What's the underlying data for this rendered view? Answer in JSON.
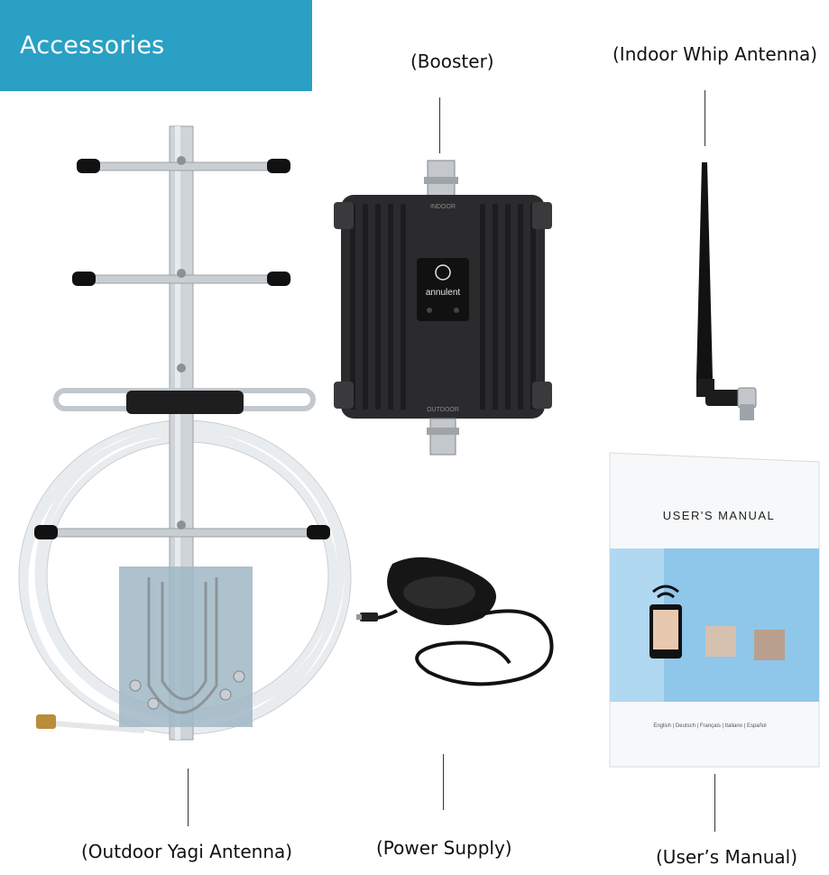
{
  "header": {
    "title": "Accessories  Description"
  },
  "labels": {
    "booster": "(Booster)",
    "indoor_antenna": "(Indoor Whip Antenna)",
    "outdoor_antenna": "(Outdoor Yagi Antenna)",
    "power_supply": "(Power Supply)",
    "users_manual": "(User’s Manual)"
  },
  "booster_device": {
    "brand": "annulent",
    "top_port_label": "INDOOR",
    "bottom_port_label": "OUTDOOR"
  },
  "manual": {
    "title": "USER'S MANUAL",
    "languages": "English | Deutsch | Français | Italiano | Español"
  },
  "colors": {
    "banner": "#2aa0c4",
    "booster_body": "#2b2b2d",
    "manual_blue": "#8fc7ea"
  }
}
